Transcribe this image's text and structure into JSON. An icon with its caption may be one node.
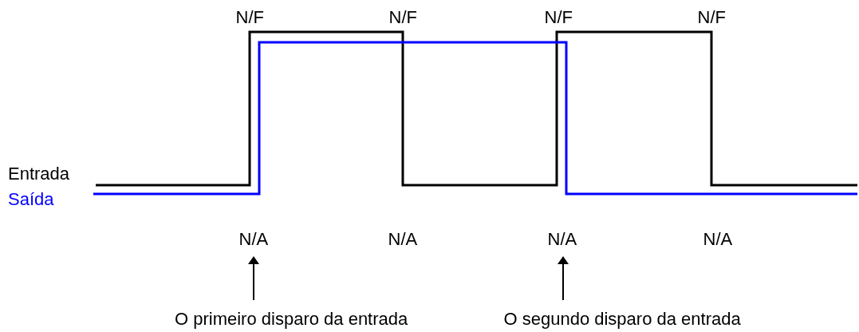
{
  "diagram": {
    "nodes": [
      {
        "text": [
          "N/A"
        ]
      },
      {
        "text": [
          "N/A"
        ]
      },
      {
        "text": [
          "O primeiro disparo da entrada"
        ]
      },
      {
        "text": [
          "O segundo disparo da entrada"
        ]
      }
    ],
    "edges": [
      {
        "from": 2,
        "to": 0,
        "arrow": "to"
      },
      {
        "from": 3,
        "to": 1,
        "arrow": "to"
      }
    ],
    "labels": [
      "N/F",
      "N/F",
      "N/F",
      "N/F",
      "N/A",
      "N/A"
    ],
    "legend": [
      {
        "text": "Entrada",
        "color": "#000000"
      },
      {
        "text": "Saída",
        "color": "#0000ff"
      }
    ]
  }
}
